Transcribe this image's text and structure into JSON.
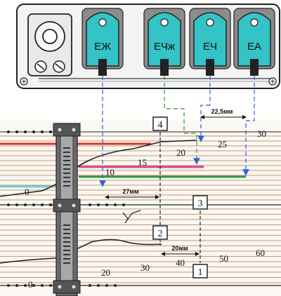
{
  "connectors": [
    {
      "label": "ЕЖ",
      "color": "#34c3c6"
    },
    {
      "label": "ЕЧж",
      "color": "#34c3c6"
    },
    {
      "label": "ЕЧ",
      "color": "#34c3c6"
    },
    {
      "label": "ЕА",
      "color": "#34c3c6"
    }
  ],
  "markers": [
    "1",
    "2",
    "3",
    "4"
  ],
  "dimensions": {
    "top": "22,5мм",
    "left": "27мм",
    "bottom": "20мм"
  },
  "upper_scale": [
    "30",
    "25",
    "20",
    "15",
    "10",
    "0"
  ],
  "lower_scale": [
    "60",
    "50",
    "40",
    "30",
    "20",
    "0"
  ],
  "colors": {
    "strip_lines": "#c49a7a",
    "red_line": "#d9352a",
    "magenta_line": "#e0409a",
    "green_line": "#2f9a3a",
    "connector_fill": "#34c3c6",
    "arrow_blue": "#2a62d8"
  }
}
